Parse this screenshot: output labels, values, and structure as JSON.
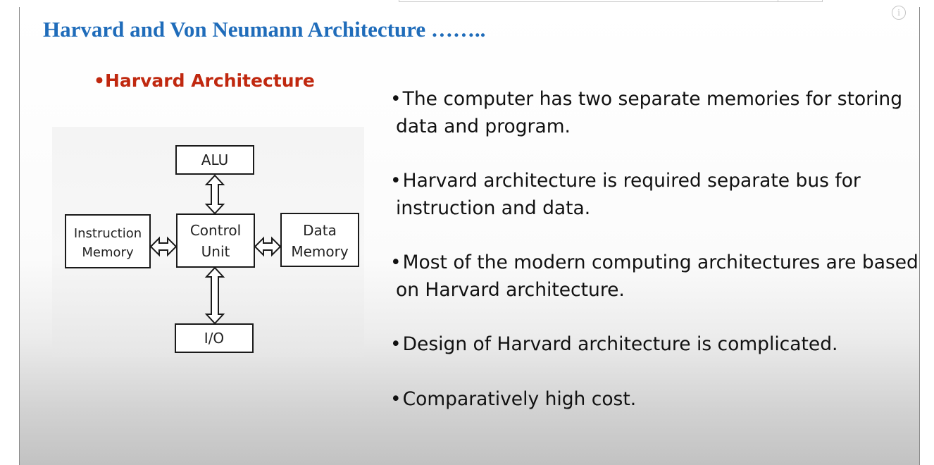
{
  "slide": {
    "title": "Harvard and Von Neumann Architecture ……..",
    "subtitle": "•Harvard Architecture",
    "info_icon": "info-icon",
    "colors": {
      "title": "#1f6cba",
      "subtitle": "#c0280f",
      "text": "#111111"
    }
  },
  "diagram": {
    "blocks": {
      "alu": "ALU",
      "control_line1": "Control",
      "control_line2": "Unit",
      "instruction_line1": "Instruction",
      "instruction_line2": "Memory",
      "data_line1": "Data",
      "data_line2": "Memory",
      "io": "I/O"
    }
  },
  "bullets": [
    "The computer has two separate memories for storing data and program.",
    "Harvard architecture is required separate bus for instruction and data.",
    "Most of the modern computing architectures are based on Harvard architecture.",
    "Design of Harvard architecture is complicated.",
    "Comparatively high cost."
  ]
}
